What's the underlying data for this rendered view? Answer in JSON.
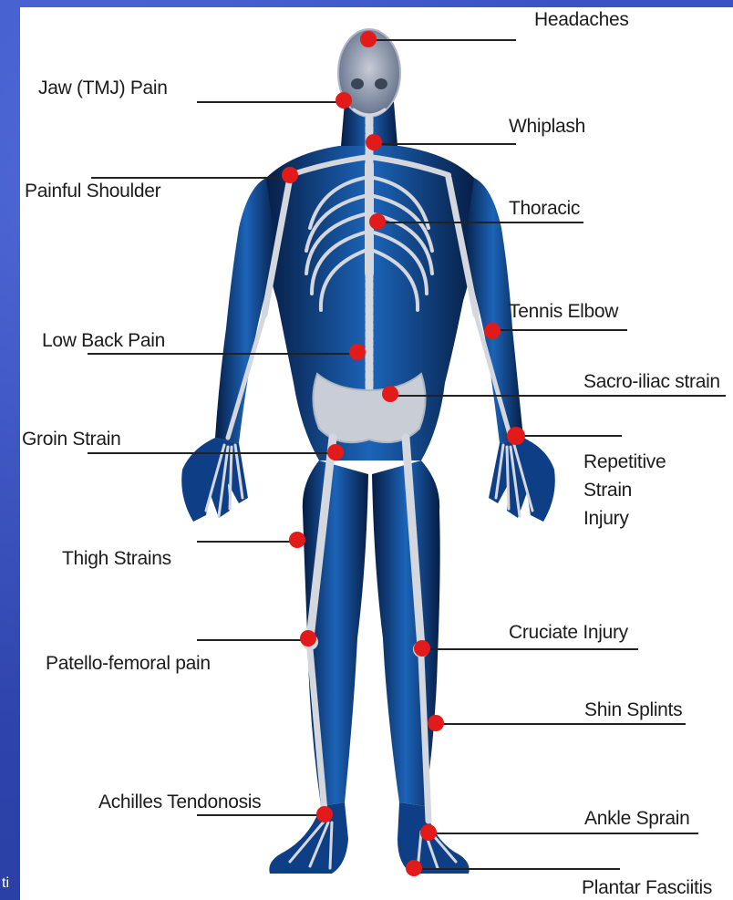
{
  "colors": {
    "slide_background": "#2f44b0",
    "panel": "#ffffff",
    "body_fill": "#0b3a78",
    "bone": "#d4d8de",
    "marker": "#e21a1a",
    "leader_line": "#222222"
  },
  "labels": {
    "headaches": "Headaches",
    "jaw": "Jaw (TMJ) Pain",
    "whiplash": "Whiplash",
    "shoulder": "Painful Shoulder",
    "thoracic": "Thoracic",
    "tennis_elbow": "Tennis Elbow",
    "low_back": "Low Back Pain",
    "sacro_iliac": "Sacro-iliac strain",
    "groin": "Groin Strain",
    "rsi_1": "Repetitive",
    "rsi_2": "Strain",
    "rsi_3": "Injury",
    "thigh": "Thigh Strains",
    "cruciate": "Cruciate Injury",
    "patello": "Patello-femoral pain",
    "shin": "Shin Splints",
    "achilles": "Achilles Tendonosis",
    "ankle": "Ankle Sprain",
    "plantar": "Plantar Fasciitis"
  },
  "corner_text": "ti"
}
